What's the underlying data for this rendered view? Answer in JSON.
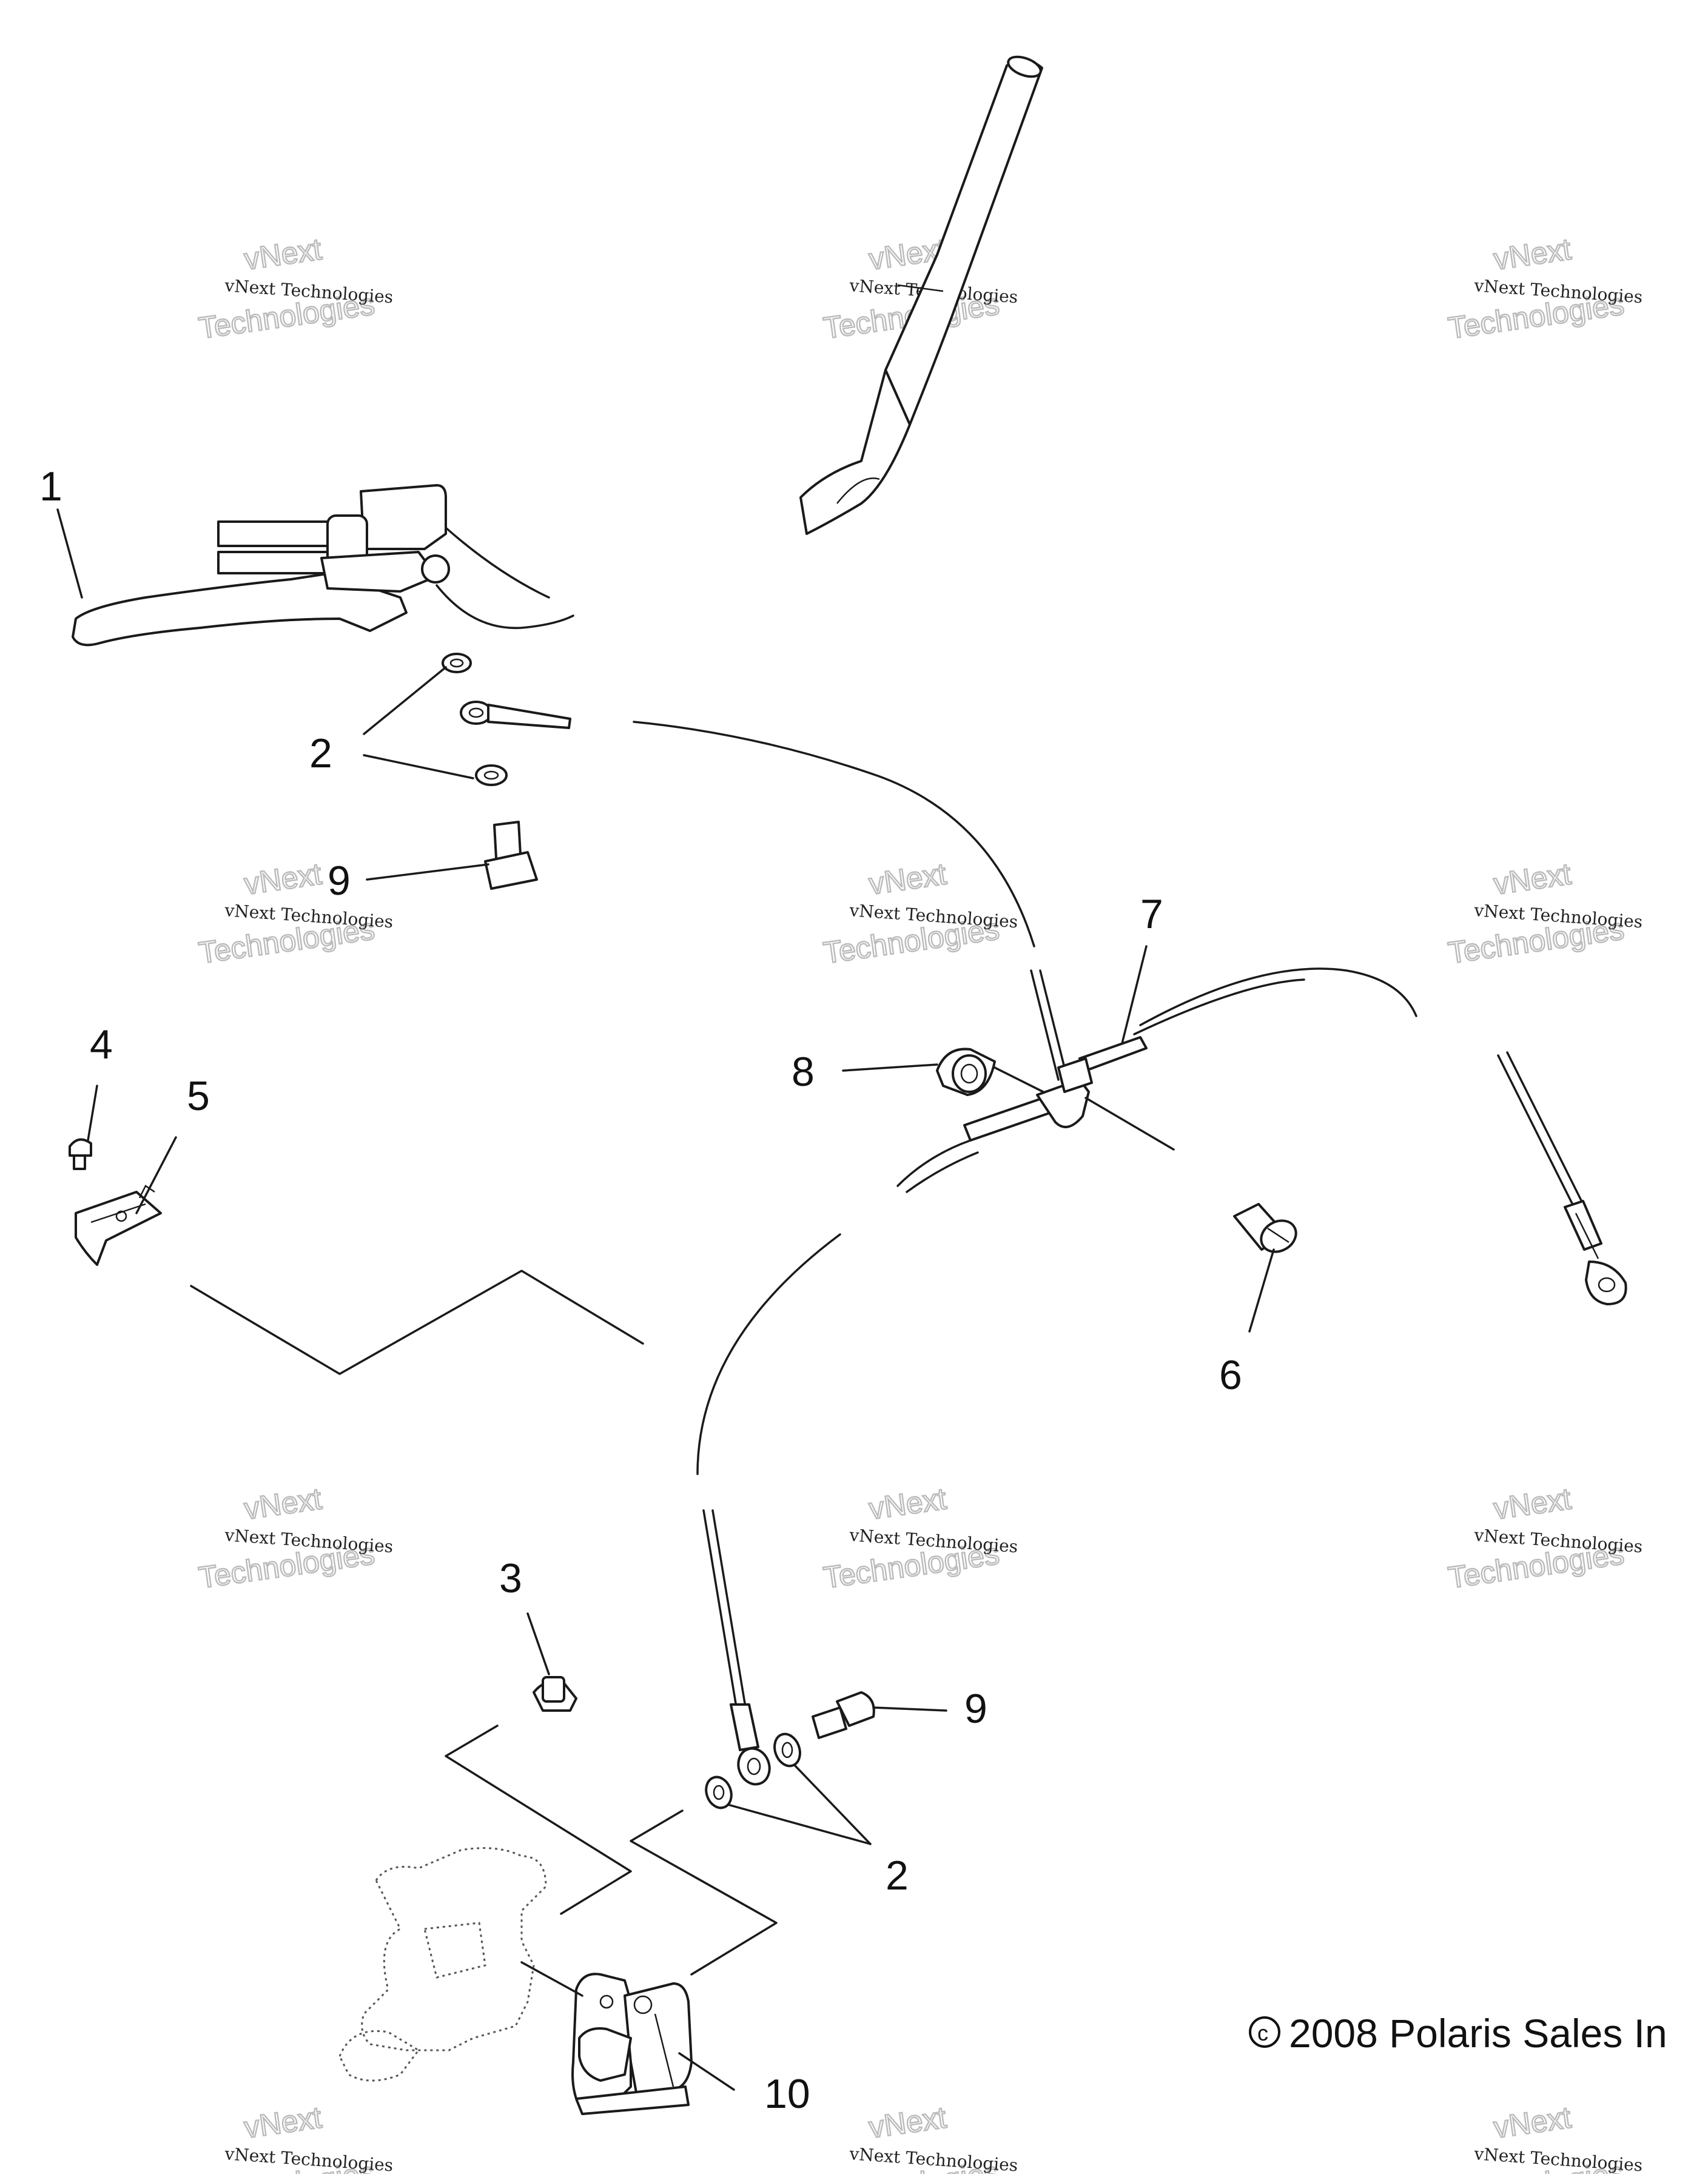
{
  "callouts": {
    "c1": "1",
    "c2a": "2",
    "c2b": "2",
    "c3": "3",
    "c4": "4",
    "c5": "5",
    "c6": "6",
    "c7": "7",
    "c8": "8",
    "c9a": "9",
    "c9b": "9",
    "c10": "10"
  },
  "watermark": {
    "small": "vNext Technologies",
    "large_top": "vNext",
    "large_bottom": "Technologies"
  },
  "copyright": "2008 Polaris Sales In",
  "copyright_symbol": "c"
}
